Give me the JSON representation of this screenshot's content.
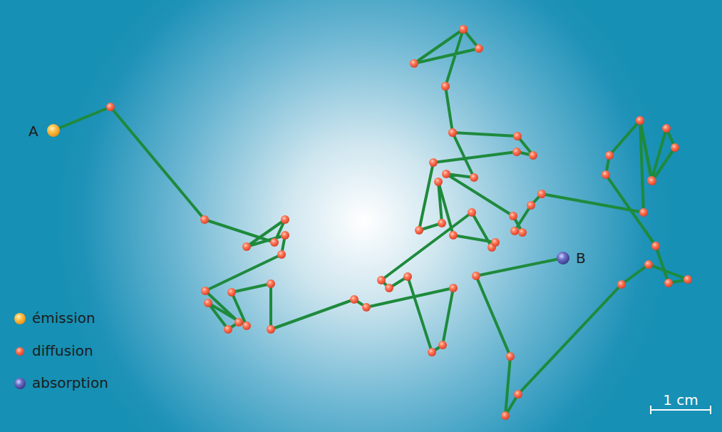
{
  "diagram": {
    "labels": [
      "A",
      "B",
      "1 cm"
    ],
    "legend": [
      {
        "text": "émission"
      },
      {
        "text": "diffusion"
      },
      {
        "text": "absorption"
      }
    ]
  }
}
